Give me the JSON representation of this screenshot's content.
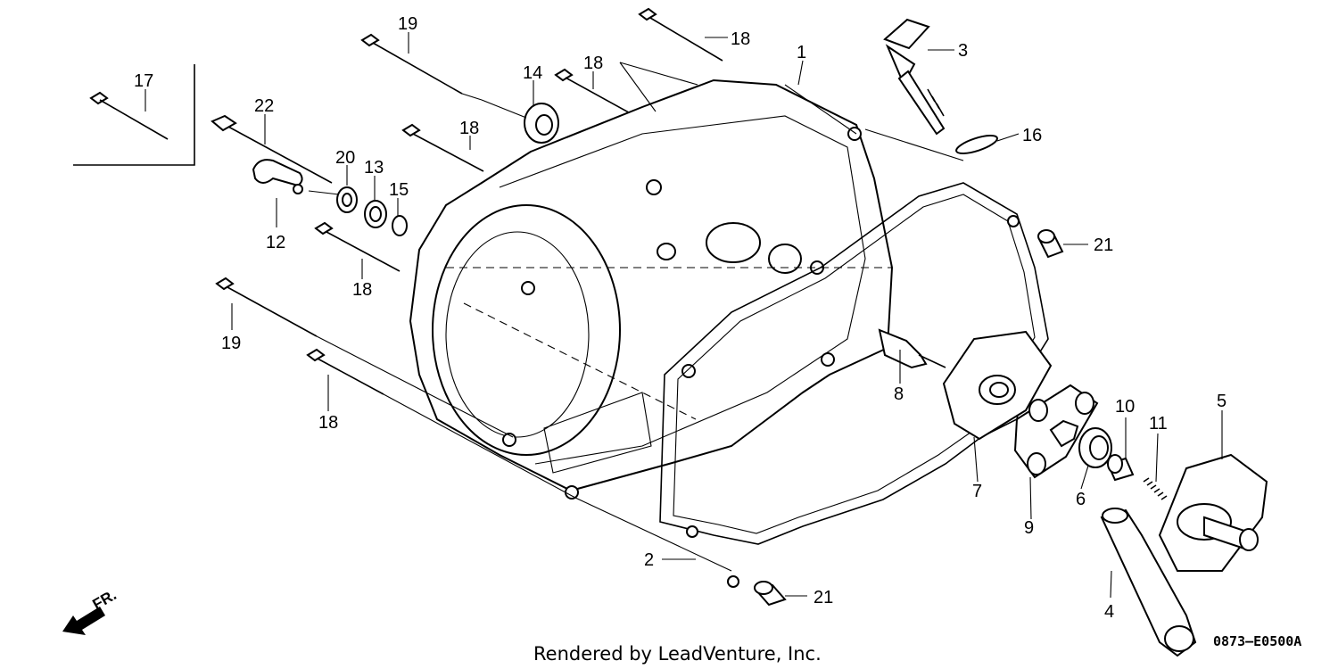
{
  "callouts": {
    "c1": "1",
    "c2": "2",
    "c3": "3",
    "c4": "4",
    "c5": "5",
    "c6": "6",
    "c7": "7",
    "c8": "8",
    "c9": "9",
    "c10": "10",
    "c11": "11",
    "c12": "12",
    "c13": "13",
    "c14": "14",
    "c15": "15",
    "c16": "16",
    "c17": "17",
    "c18a": "18",
    "c18b": "18",
    "c18c": "18",
    "c18d": "18",
    "c18e": "18",
    "c19a": "19",
    "c19b": "19",
    "c20": "20",
    "c21a": "21",
    "c21b": "21",
    "c22": "22"
  },
  "direction_label": "FR.",
  "footer": "Rendered by LeadVenture, Inc.",
  "diagram_code": "0873–E0500A"
}
